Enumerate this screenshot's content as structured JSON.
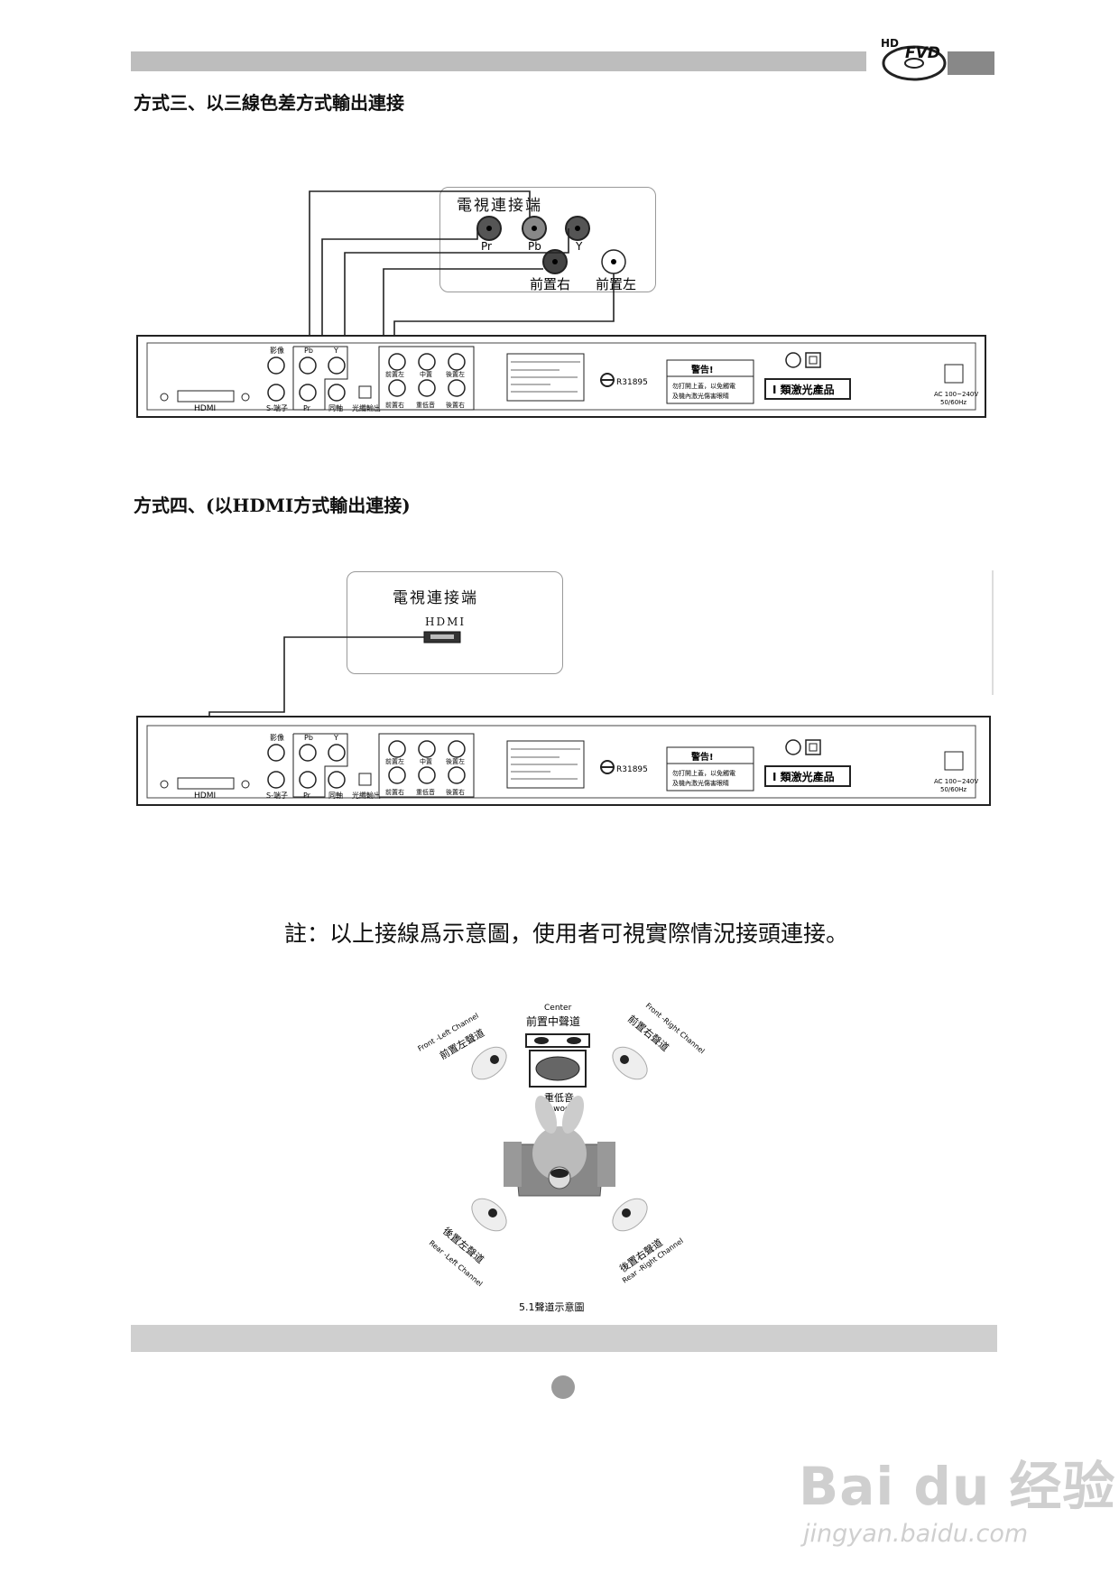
{
  "header": {
    "logo_text": "FVD",
    "logo_hd": "HD"
  },
  "section3": {
    "heading": "方式三、以三線色差方式輸出連接",
    "tv_title": "電視連接端",
    "tv_ports": {
      "pr": "Pr",
      "pb": "Pb",
      "y": "Y",
      "front_right": "前置右",
      "front_left": "前置左"
    }
  },
  "section4": {
    "heading": "方式四、(以HDMI方式輸出連接)",
    "tv_title": "電視連接端",
    "tv_port": "HDMI"
  },
  "panel": {
    "labels": {
      "video": "影像",
      "pb": "Pb",
      "y": "Y",
      "svideo": "S-端子",
      "pr": "Pr",
      "coax": "同軸",
      "optical": "光纖輸出",
      "hdmi": "HDMI",
      "front_left": "前置左",
      "center": "中置",
      "rear_left": "後置左",
      "front_right": "前置右",
      "subwoofer": "重低音",
      "rear_right": "後置右",
      "cert": "R31895",
      "warning_title": "警告!",
      "warning_line1": "勿打開上蓋，以免觸電",
      "warning_line2": "及機內激光傷害眼睛",
      "laser_class": "I 類激光產品",
      "power_line1": "AC 100~240V",
      "power_line2": "50/60Hz"
    }
  },
  "note": "註：以上接線爲示意圖，使用者可視實際情況接頭連接。",
  "speakers": {
    "center_en": "Center",
    "center_zh": "前置中聲道",
    "front_left_en": "Front -Left Channel",
    "front_left_zh": "前置左聲道",
    "front_right_en": "Front -Right Channel",
    "front_right_zh": "前置右聲道",
    "sub_zh": "重低音",
    "sub_en": "Subwoofer",
    "rear_left_zh": "後置左聲道",
    "rear_left_en": "Rear -Left Channel",
    "rear_right_zh": "後置右聲道",
    "rear_right_en": "Rear -Right Channel",
    "caption": "5.1聲道示意圖"
  },
  "watermark": {
    "brand": "Bai du 经验",
    "url": "jingyan.baidu.com"
  }
}
